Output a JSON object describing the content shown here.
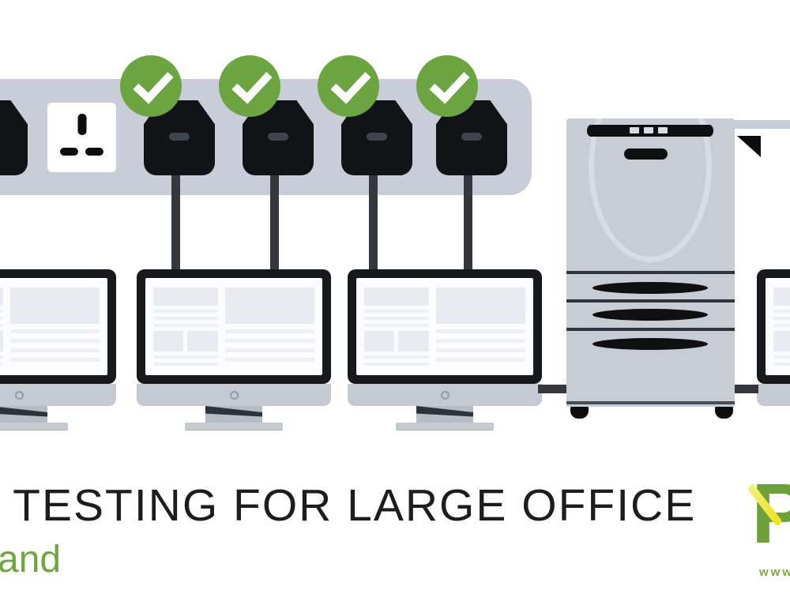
{
  "headline": {
    "text": "PAT TESTING FOR LARGE OFFICE"
  },
  "subtitle": {
    "text": "and"
  },
  "logo": {
    "letter": "P",
    "url_text": "www"
  },
  "colors": {
    "check_green": "#6BA441",
    "strip_gray": "#C9CDD8",
    "device_gray": "#C8CCD5",
    "bezel_black": "#17181C",
    "plug_black": "#121316",
    "cable_dark": "#35373C",
    "headline_color": "#1D1D1F",
    "subtitle_green": "#6FA63E",
    "logo_green": "#6CA13A",
    "logo_yellow": "#EDE31B",
    "url_green": "#7FA845",
    "wire_block": "#E9EBF2",
    "wire_line": "#EEF0F5",
    "screen_white": "#FCFCFE",
    "chin_gray": "#C5CAD2",
    "base_gray": "#C6CBD2"
  },
  "scene": {
    "checked_plugs": 4,
    "monitors_visible": 4,
    "empty_sockets": 1
  }
}
